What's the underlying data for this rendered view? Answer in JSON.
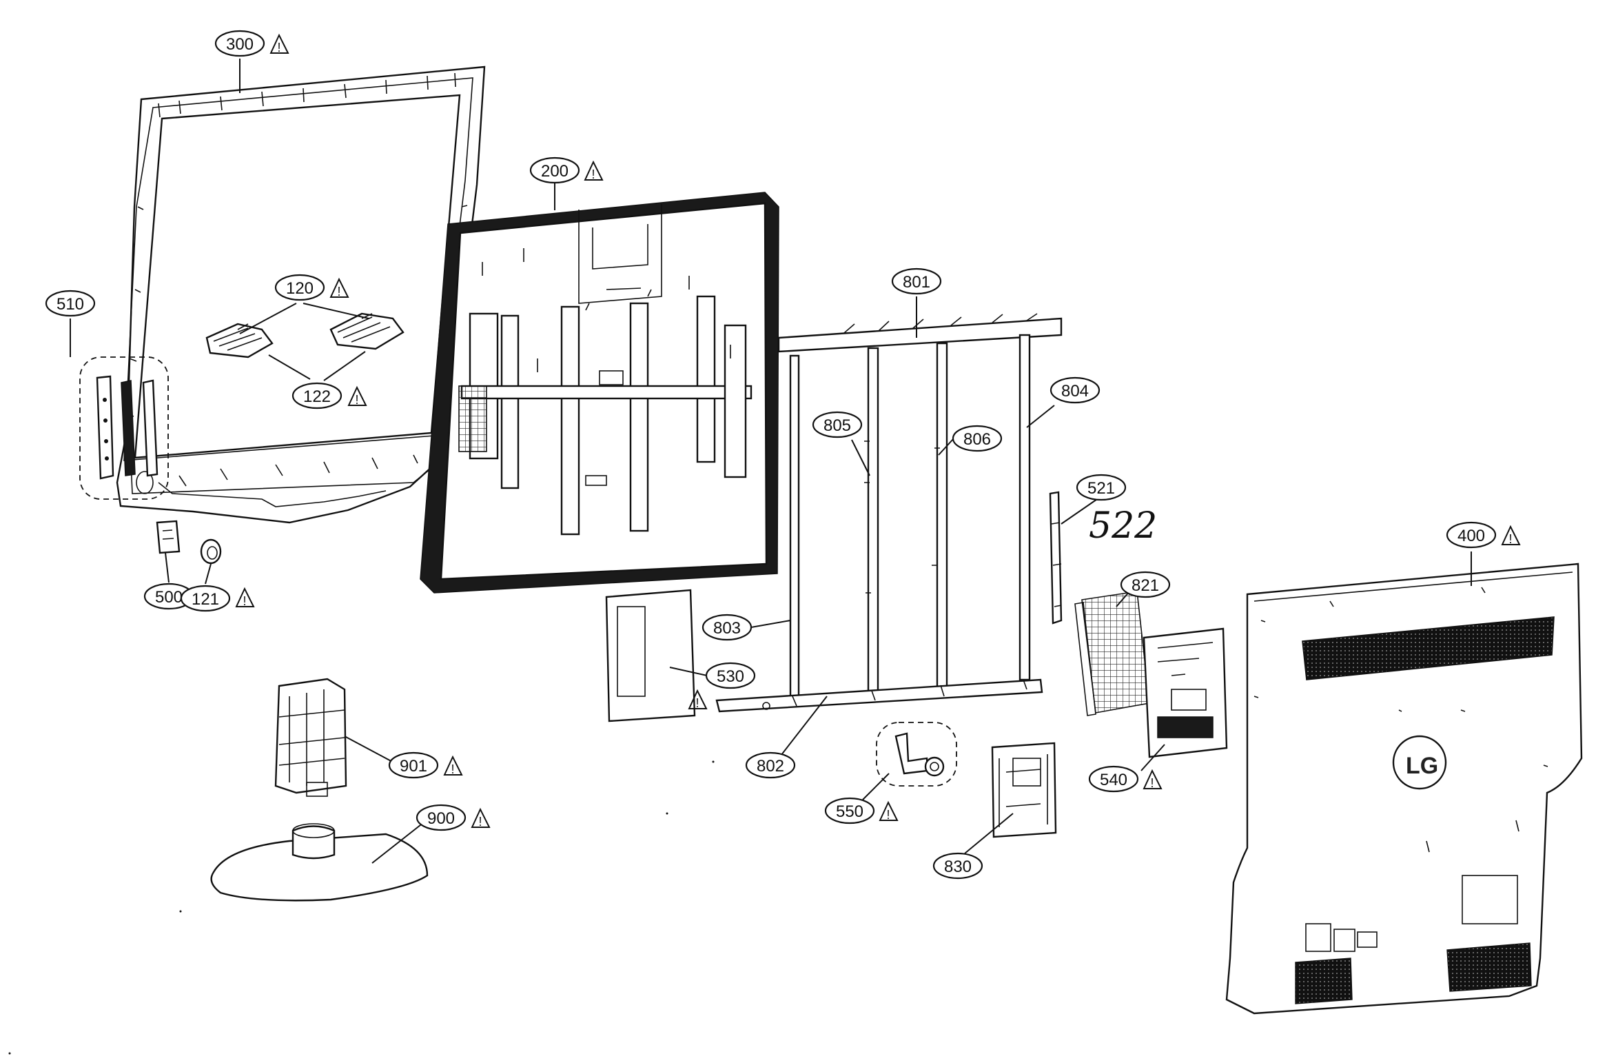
{
  "diagram": {
    "callouts": [
      {
        "id": "c300",
        "label": "300",
        "warning": true
      },
      {
        "id": "c200",
        "label": "200",
        "warning": true
      },
      {
        "id": "c120",
        "label": "120",
        "warning": true
      },
      {
        "id": "c122",
        "label": "122",
        "warning": true
      },
      {
        "id": "c510",
        "label": "510",
        "warning": false
      },
      {
        "id": "c500",
        "label": "500",
        "warning": false
      },
      {
        "id": "c121",
        "label": "121",
        "warning": true
      },
      {
        "id": "c801",
        "label": "801",
        "warning": false
      },
      {
        "id": "c804",
        "label": "804",
        "warning": false
      },
      {
        "id": "c805",
        "label": "805",
        "warning": false
      },
      {
        "id": "c806",
        "label": "806",
        "warning": false
      },
      {
        "id": "c521",
        "label": "521",
        "warning": false
      },
      {
        "id": "c400",
        "label": "400",
        "warning": true
      },
      {
        "id": "c821",
        "label": "821",
        "warning": false
      },
      {
        "id": "c803",
        "label": "803",
        "warning": false
      },
      {
        "id": "c530",
        "label": "530",
        "warning": true
      },
      {
        "id": "c802",
        "label": "802",
        "warning": false
      },
      {
        "id": "c550",
        "label": "550",
        "warning": true
      },
      {
        "id": "c540",
        "label": "540",
        "warning": true
      },
      {
        "id": "c830",
        "label": "830",
        "warning": false
      },
      {
        "id": "c901",
        "label": "901",
        "warning": true
      },
      {
        "id": "c900",
        "label": "900",
        "warning": true
      }
    ],
    "handwritten_note": "522",
    "logo_text": "LG",
    "warning_glyph": "!"
  }
}
